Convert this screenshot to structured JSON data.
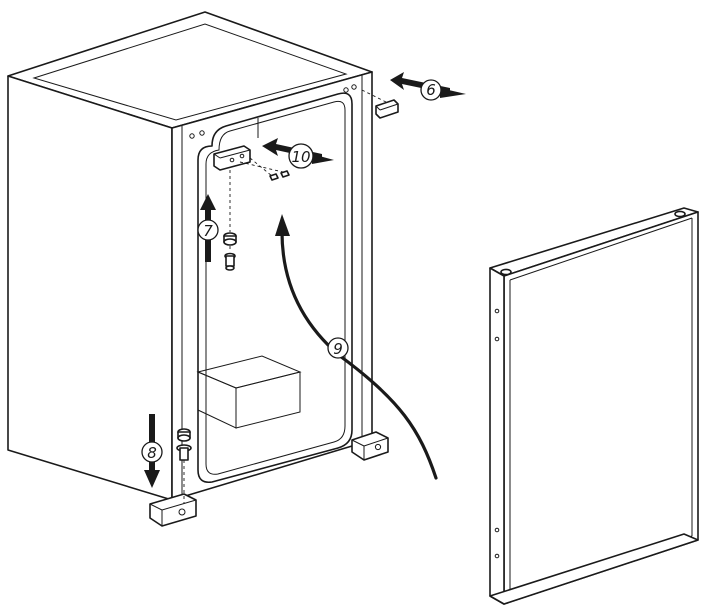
{
  "steps": {
    "s6": "6",
    "s7": "7",
    "s8": "8",
    "s9": "9",
    "s10": "10"
  },
  "colors": {
    "ink": "#1a1a1a",
    "background": "#ffffff"
  },
  "icons": {
    "cabinet": "refrigerator-cabinet",
    "door": "refrigerator-door",
    "hinge": "hinge-bracket",
    "pin": "hinge-pin",
    "screw": "screw",
    "cap": "hinge-cover-cap",
    "foot": "adjustable-foot"
  }
}
